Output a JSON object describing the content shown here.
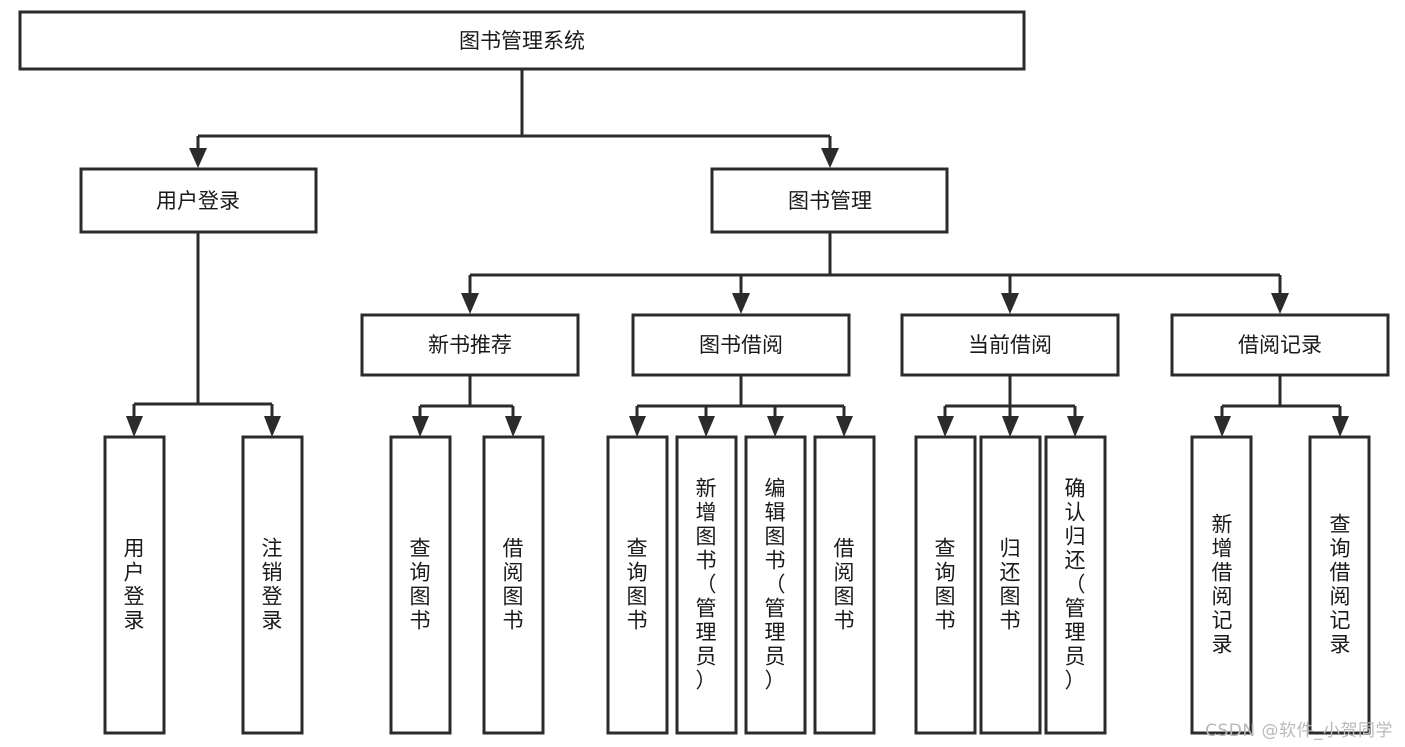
{
  "diagram": {
    "title": "图书管理系统",
    "type": "tree-hierarchy",
    "root": {
      "id": "root",
      "label": "图书管理系统",
      "orientation": "horizontal"
    },
    "level2": [
      {
        "id": "user-login",
        "label": "用户登录",
        "orientation": "horizontal"
      },
      {
        "id": "book-management",
        "label": "图书管理",
        "orientation": "horizontal"
      }
    ],
    "level3": [
      {
        "id": "new-book-recommend",
        "label": "新书推荐",
        "orientation": "horizontal",
        "parent": "book-management"
      },
      {
        "id": "book-borrow",
        "label": "图书借阅",
        "orientation": "horizontal",
        "parent": "book-management"
      },
      {
        "id": "current-borrow",
        "label": "当前借阅",
        "orientation": "horizontal",
        "parent": "book-management"
      },
      {
        "id": "borrow-record",
        "label": "借阅记录",
        "orientation": "horizontal",
        "parent": "book-management"
      }
    ],
    "leaves": [
      {
        "id": "leaf-user-login",
        "label": "用户登录",
        "orientation": "vertical",
        "parent": "user-login"
      },
      {
        "id": "leaf-logout-login",
        "label": "注销登录",
        "orientation": "vertical",
        "parent": "user-login"
      },
      {
        "id": "leaf-query-book-1",
        "label": "查询图书",
        "orientation": "vertical",
        "parent": "new-book-recommend"
      },
      {
        "id": "leaf-borrow-book-1",
        "label": "借阅图书",
        "orientation": "vertical",
        "parent": "new-book-recommend"
      },
      {
        "id": "leaf-query-book-2",
        "label": "查询图书",
        "orientation": "vertical",
        "parent": "book-borrow"
      },
      {
        "id": "leaf-add-book",
        "label": "新增图书（管理员）",
        "orientation": "vertical",
        "parent": "book-borrow"
      },
      {
        "id": "leaf-edit-book",
        "label": "编辑图书（管理员）",
        "orientation": "vertical",
        "parent": "book-borrow"
      },
      {
        "id": "leaf-borrow-book-2",
        "label": "借阅图书",
        "orientation": "vertical",
        "parent": "book-borrow"
      },
      {
        "id": "leaf-query-book-3",
        "label": "查询图书",
        "orientation": "vertical",
        "parent": "current-borrow"
      },
      {
        "id": "leaf-return-book",
        "label": "归还图书",
        "orientation": "vertical",
        "parent": "current-borrow"
      },
      {
        "id": "leaf-confirm-return",
        "label": "确认归还（管理员）",
        "orientation": "vertical",
        "parent": "current-borrow"
      },
      {
        "id": "leaf-add-record",
        "label": "新增借阅记录",
        "orientation": "vertical",
        "parent": "borrow-record"
      },
      {
        "id": "leaf-query-record",
        "label": "查询借阅记录",
        "orientation": "vertical",
        "parent": "borrow-record"
      }
    ],
    "colors": {
      "stroke": "#2b2b2b",
      "fill": "#ffffff",
      "text": "#1a1a1a",
      "watermark": "#b9b9b9"
    }
  },
  "watermark": {
    "text": "CSDN @软件_小贺同学"
  }
}
